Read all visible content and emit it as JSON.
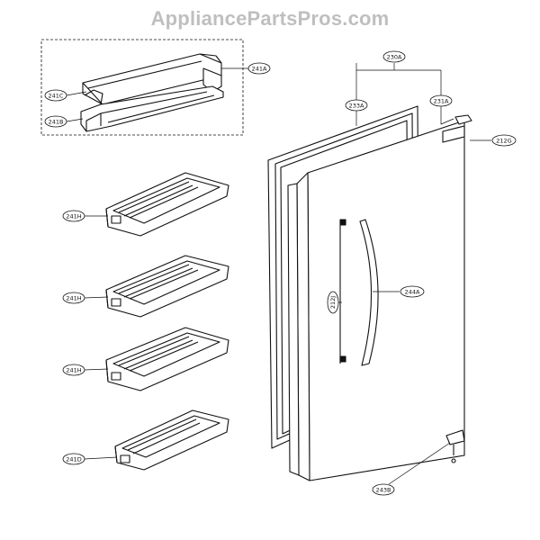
{
  "watermark": "AppliancePartsPros.com",
  "labels": {
    "l230A": "230A",
    "l233A": "233A",
    "l231A": "231A",
    "l212G": "212G",
    "l241A": "241A",
    "l241C": "241C",
    "l241B": "241B",
    "l241H_1": "241H",
    "l241H_2": "241H",
    "l241H_3": "241H",
    "l241D": "241D",
    "l212J": "212J",
    "l244A": "244A",
    "l243B": "243B"
  }
}
